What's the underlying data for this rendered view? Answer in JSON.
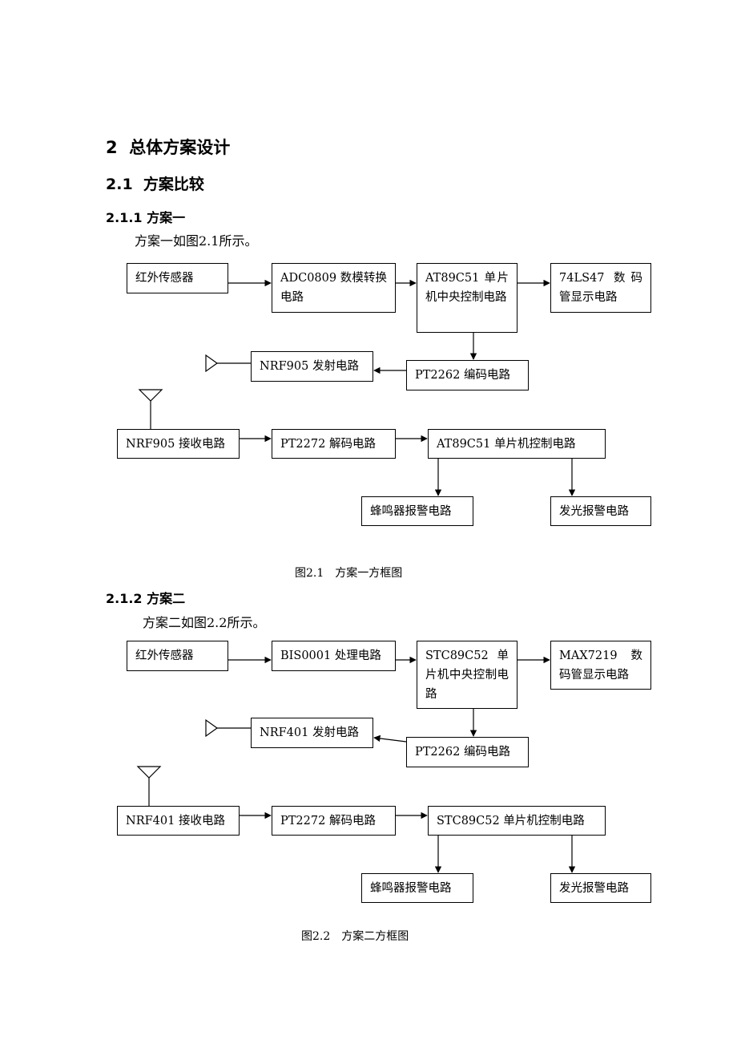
{
  "heading": {
    "chapter_num": "2",
    "chapter_title": "总体方案设计",
    "section_num": "2.1",
    "section_title": "方案比较"
  },
  "scheme1": {
    "subsection": "2.1.1 方案一",
    "intro": "方案一如图2.1所示。",
    "blocks": {
      "sensor": "红外传感器",
      "adc": "ADC0809 数模转换电路",
      "mcu": "AT89C51 单片机中央控制电路",
      "display": "74LS47 数码管显示电路",
      "tx": "NRF905 发射电路",
      "encoder": "PT2262 编码电路",
      "rx": "NRF905 接收电路",
      "decoder": "PT2272 解码电路",
      "mcu2": "AT89C51 单片机控制电路",
      "buzzer": "蜂鸣器报警电路",
      "light": "发光报警电路"
    },
    "caption": "图2.1　方案一方框图"
  },
  "scheme2": {
    "subsection": "2.1.2 方案二",
    "intro": "方案二如图2.2所示。",
    "blocks": {
      "sensor": "红外传感器",
      "proc": "BIS0001 处理电路",
      "mcu": "STC89C52 单片机中央控制电路",
      "display": "MAX7219 数码管显示电路",
      "tx": "NRF401 发射电路",
      "encoder": "PT2262 编码电路",
      "rx": "NRF401 接收电路",
      "decoder": "PT2272 解码电路",
      "mcu2": "STC89C52 单片机控制电路",
      "buzzer": "蜂鸣器报警电路",
      "light": "发光报警电路"
    },
    "caption": "图2.2　方案二方框图"
  }
}
